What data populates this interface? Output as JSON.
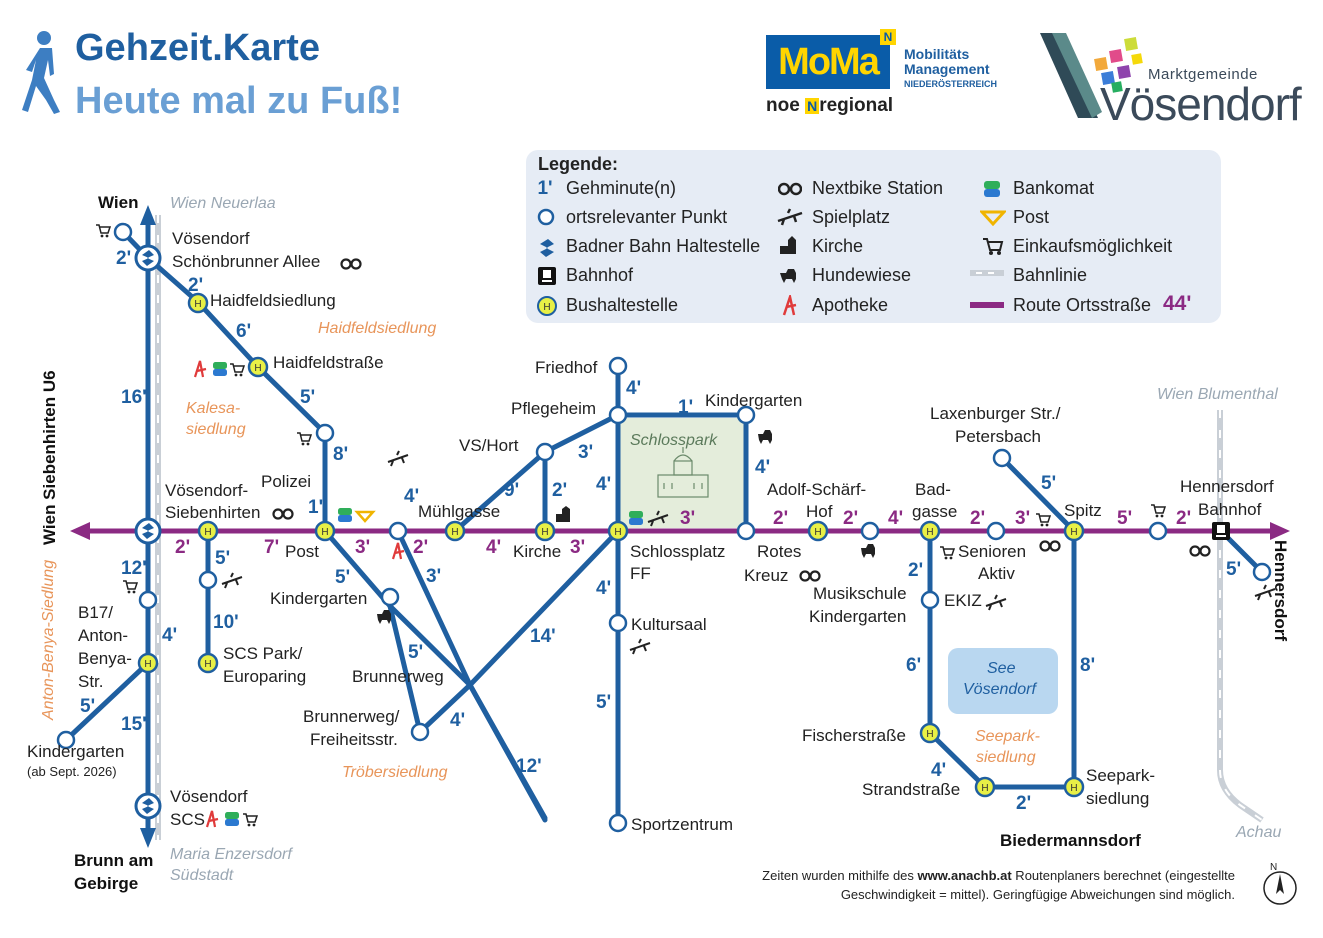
{
  "header": {
    "title": "Gehzeit.Karte",
    "subtitle": "Heute mal zu Fuß!"
  },
  "logos": {
    "moma": "MoMa",
    "moma_text_1": "Mobilitäts",
    "moma_text_2": "Management",
    "moma_text_3": "NIEDERÖSTERREICH",
    "noe_regional": "noe",
    "noe_regional_n": "N",
    "noe_regional_suffix": "regional",
    "municipality_sub": "Marktgemeinde",
    "municipality": "Vösendorf"
  },
  "legend": {
    "title": "Legende:",
    "minute_symbol": "1'",
    "items": [
      {
        "icon": "walking-minutes",
        "label": "Gehminute(n)"
      },
      {
        "icon": "point-of-interest",
        "label": "ortsrelevanter Punkt"
      },
      {
        "icon": "badner-bahn",
        "label": "Badner Bahn Haltestelle"
      },
      {
        "icon": "train-station",
        "label": "Bahnhof"
      },
      {
        "icon": "bus-stop",
        "label": "Bushaltestelle"
      },
      {
        "icon": "nextbike",
        "label": "Nextbike Station"
      },
      {
        "icon": "playground",
        "label": "Spielplatz"
      },
      {
        "icon": "church",
        "label": "Kirche"
      },
      {
        "icon": "dog-park",
        "label": "Hundewiese"
      },
      {
        "icon": "pharmacy",
        "label": "Apotheke"
      },
      {
        "icon": "atm",
        "label": "Bankomat"
      },
      {
        "icon": "post",
        "label": "Post"
      },
      {
        "icon": "shopping",
        "label": "Einkaufsmöglichkeit"
      },
      {
        "icon": "railway",
        "label": "Bahnlinie"
      },
      {
        "icon": "route",
        "label": "Route Ortsstraße"
      }
    ],
    "route_total": "44'"
  },
  "colors": {
    "route_blue": "#1f5fa0",
    "main_route": "#8b2a83",
    "bus_yellow": "#e8f046",
    "park_green": "#e4eddb",
    "lake_blue": "#b9d7f0",
    "area_label": "#e8955a",
    "grey_label": "#9aa7b3"
  },
  "places": {
    "wien": "Wien",
    "wien_neuerlaa": "Wien Neuerlaa",
    "voes_schoenbrunner_1": "Vösendorf",
    "voes_schoenbrunner_2": "Schönbrunner Allee",
    "haidfeldsiedlung": "Haidfeldsiedlung",
    "haidfeldsiedlung_area": "Haidfeldsiedlung",
    "haidfeldstrasse": "Haidfeldstraße",
    "kalesa_1": "Kalesa-",
    "kalesa_2": "siedlung",
    "polizei": "Polizei",
    "voes_siebenhirten_1": "Vösendorf-",
    "voes_siebenhirten_2": "Siebenhirten",
    "post": "Post",
    "muehlgasse": "Mühlgasse",
    "vs_hort": "VS/Hort",
    "pflegeheim": "Pflegeheim",
    "friedhof": "Friedhof",
    "kindergarten_top": "Kindergarten",
    "schlosspark": "Schlosspark",
    "kirche": "Kirche",
    "schlossplatz_1": "Schlossplatz",
    "schlossplatz_2": "FF",
    "rotes_kreuz_1": "Rotes",
    "rotes_kreuz_2": "Kreuz",
    "adolf_1": "Adolf-Schärf-",
    "adolf_2": "Hof",
    "badgasse_1": "Bad-",
    "badgasse_2": "gasse",
    "senioren_1": "Senioren",
    "senioren_2": "Aktiv",
    "laxenburger_1": "Laxenburger Str./",
    "laxenburger_2": "Petersbach",
    "spitz": "Spitz",
    "hennersdorf_bf_1": "Hennersdorf",
    "hennersdorf_bf_2": "Bahnhof",
    "hennersdorf": "Hennersdorf",
    "wien_blumenthal": "Wien Blumenthal",
    "wien_siebenhirten_u6": "Wien Siebenhirten U6",
    "anton_benya_siedlung": "Anton-Benya-Siedlung",
    "b17_1": "B17/",
    "b17_2": "Anton-",
    "b17_3": "Benya-",
    "b17_4": "Str.",
    "kindergarten_bl": "Kindergarten",
    "kindergarten_bl_note": "(ab Sept. 2026)",
    "scs_park_1": "SCS Park/",
    "scs_park_2": "Europaring",
    "kindergarten_mid": "Kindergarten",
    "brunnerweg": "Brunnerweg",
    "brunnerweg_frei_1": "Brunnerweg/",
    "brunnerweg_frei_2": "Freiheitsstr.",
    "troeber": "Tröbersiedlung",
    "kultursaal": "Kultursaal",
    "sportzentrum": "Sportzentrum",
    "musikschule_1": "Musikschule",
    "musikschule_2": "Kindergarten",
    "ekiz": "EKIZ",
    "see_1": "See",
    "see_2": "Vösendorf",
    "fischerstrasse": "Fischerstraße",
    "strandstrasse": "Strandstraße",
    "seepark_area_1": "Seepark-",
    "seepark_area_2": "siedlung",
    "seepark_stop_1": "Seepark-",
    "seepark_stop_2": "siedlung",
    "biedermannsdorf": "Biedermannsdorf",
    "voes_scs_1": "Vösendorf",
    "voes_scs_2": "SCS",
    "brunn_1": "Brunn am",
    "brunn_2": "Gebirge",
    "maria_1": "Maria Enzersdorf",
    "maria_2": "Südstadt",
    "achau": "Achau"
  },
  "minutes": {
    "left_2_top": "2'",
    "left_16": "16'",
    "left_12": "12'",
    "left_4": "4'",
    "left_15": "15'",
    "left_5_bl": "5'",
    "diag_2": "2'",
    "diag_6": "6'",
    "diag_5": "5'",
    "polizei_8": "8'",
    "polizei_1": "1'",
    "route_2a": "2'",
    "route_7": "7'",
    "route_3a": "3'",
    "route_2b": "2'",
    "route_4a": "4'",
    "route_3b": "3'",
    "route_3c": "3'",
    "route_2c": "2'",
    "route_2d": "2'",
    "route_4b": "4'",
    "route_2e": "2'",
    "route_3d": "3'",
    "route_5": "5'",
    "route_2f": "2'",
    "branch_5_scs": "5'",
    "branch_10": "10'",
    "kinder_5": "5'",
    "kinder_3": "3'",
    "muehl_4": "4'",
    "brunner_5": "5'",
    "brunner_4": "4'",
    "brunner_12": "12'",
    "diag_14": "14'",
    "vs_9": "9'",
    "vs_2": "2'",
    "pflege_3": "3'",
    "friedhof_4": "4'",
    "pflege_4": "4'",
    "park_1": "1'",
    "park_4": "4'",
    "kultur_4": "4'",
    "sport_5": "5'",
    "bad_2": "2'",
    "bad_6": "6'",
    "fischer_4": "4'",
    "strand_2": "2'",
    "spitz_8": "8'",
    "laxen_5": "5'",
    "henn_5": "5'"
  },
  "footer": {
    "line1_prefix": "Zeiten wurden mithilfe des ",
    "line1_link": "www.anachb.at",
    "line1_suffix": " Routenplaners berechnet (eingestellte",
    "line2": "Geschwindigkeit = mittel). Geringfügige Abweichungen sind möglich.",
    "compass": "N"
  }
}
